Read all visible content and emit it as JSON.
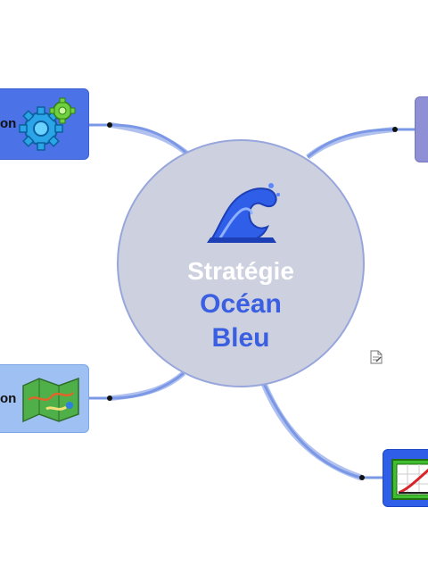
{
  "central": {
    "line1": "Stratégie",
    "line2": "Océan",
    "line3": "Bleu",
    "icon": "wave-icon"
  },
  "branches": {
    "top_left": {
      "label": "on",
      "icon": "gears-icon"
    },
    "bottom_left": {
      "label": "on",
      "icon": "map-icon"
    },
    "top_right": {
      "label": "",
      "icon": ""
    },
    "bottom_right": {
      "label": "",
      "icon": "chart-icon"
    }
  },
  "note": {
    "icon": "note-icon"
  },
  "colors": {
    "central_fill": "#cdd0df",
    "central_title_white": "#ffffff",
    "central_title_blue": "#3a5fe0",
    "connector": "#7b98e6",
    "branch_top_left": "#4b72e6",
    "branch_bottom_left": "#9fc0f2",
    "branch_top_right": "#8e8fd4",
    "branch_bottom_right": "#2f5ee8"
  }
}
